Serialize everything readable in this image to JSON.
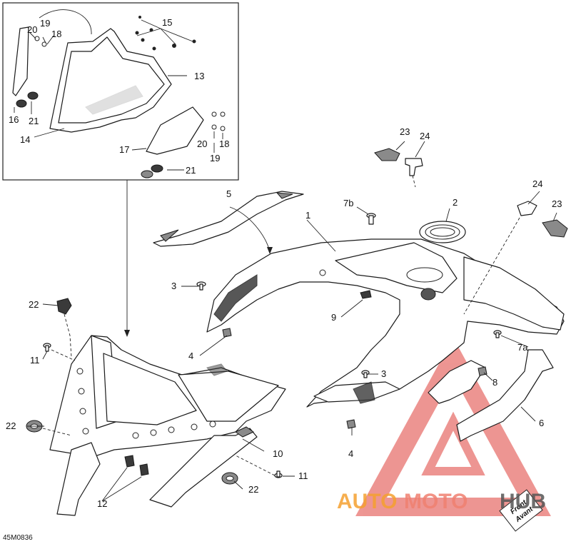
{
  "figure_code": "45M0836",
  "callouts": {
    "c1": "1",
    "c2": "2",
    "c3a": "3",
    "c3b": "3",
    "c4a": "4",
    "c4b": "4",
    "c5": "5",
    "c6": "6",
    "c7a": "7a",
    "c7b": "7b",
    "c8": "8",
    "c9": "9",
    "c10": "10",
    "c11a": "11",
    "c11b": "11",
    "c12": "12",
    "c13": "13",
    "c14": "14",
    "c15": "15",
    "c16": "16",
    "c17": "17",
    "c18a": "18",
    "c18b": "18",
    "c19a": "19",
    "c19b": "19",
    "c20a": "20",
    "c20b": "20",
    "c21a": "21",
    "c21b": "21",
    "c22a": "22",
    "c22b": "22",
    "c23a": "23",
    "c23b": "23",
    "c24a": "24",
    "c24b": "24"
  },
  "direction_label": {
    "line1": "Front",
    "line2": "Avant"
  },
  "watermark": {
    "part1": "AUTO",
    "part2": "MOTO",
    "part3": "HUB",
    "color_orange": "#f5a030",
    "color_red": "#e0403a",
    "color_gray": "#555555"
  }
}
